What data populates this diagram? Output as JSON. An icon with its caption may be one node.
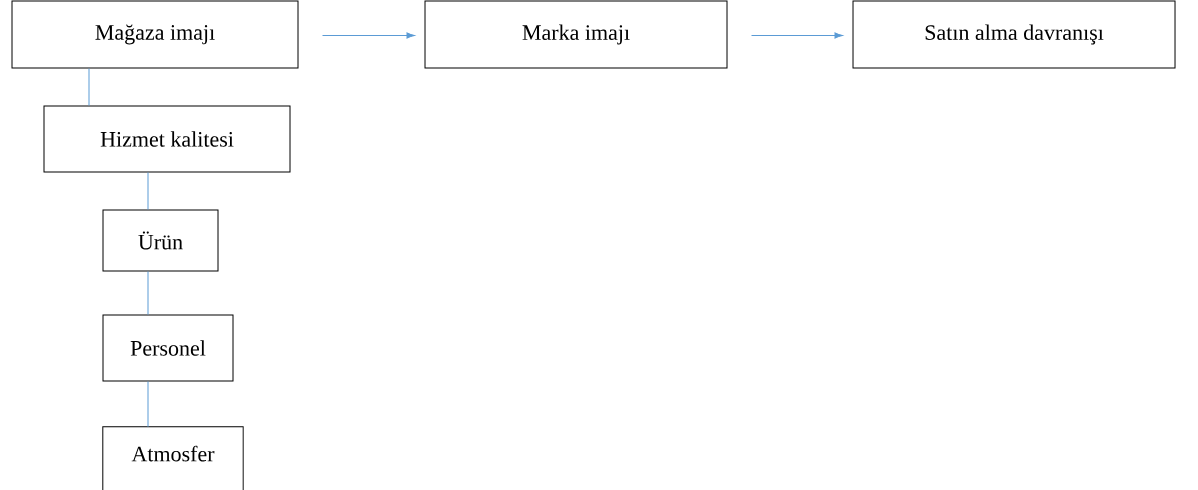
{
  "diagram": {
    "nodes": [
      {
        "text": [
          "Mağaza imajı"
        ]
      },
      {
        "text": [
          "Marka imajı"
        ]
      },
      {
        "text": [
          "Satın alma davranışı"
        ]
      },
      {
        "text": [
          "Hizmet kalitesi"
        ]
      },
      {
        "text": [
          "Ürün"
        ]
      },
      {
        "text": [
          "Personel"
        ]
      },
      {
        "text": [
          "Atmosfer"
        ]
      }
    ],
    "edges": [
      {
        "from": 0,
        "to": 1,
        "arrow": "to"
      },
      {
        "from": 1,
        "to": 2,
        "arrow": "to"
      },
      {
        "from": 0,
        "to": 3,
        "arrow": "none"
      },
      {
        "from": 3,
        "to": 4,
        "arrow": "none"
      },
      {
        "from": 4,
        "to": 5,
        "arrow": "none"
      },
      {
        "from": 5,
        "to": 6,
        "arrow": "none"
      }
    ]
  }
}
